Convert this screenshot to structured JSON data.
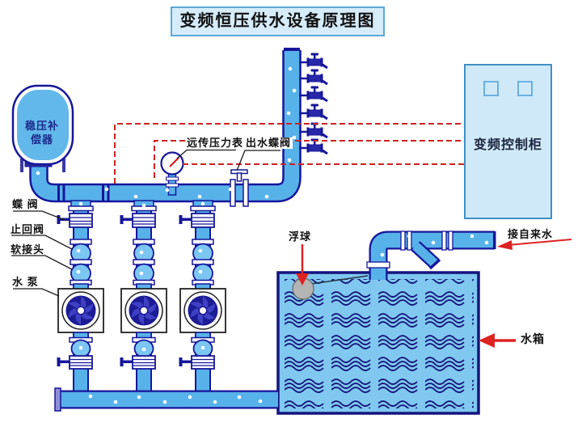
{
  "title": "变频恒压供水设备原理图",
  "equipment": {
    "compensator_label": "稳压补偿器",
    "control_cabinet_label": "变频控制柜"
  },
  "callouts": {
    "butterfly_valve": "蝶 阀",
    "check_valve": "止回阀",
    "soft_joint": "软接头",
    "water_pump": "水 泵",
    "remote_pressure_gauge": "远传压力表",
    "outlet_butterfly_valve": "出水蝶阀",
    "float_ball": "浮球",
    "tap_water_inlet": "接自来水",
    "water_tank": "水箱"
  },
  "colors": {
    "pipe_fill": "#58b2ea",
    "pipe_outline": "#16169a",
    "tank_fill": "#80c8f0",
    "panel_fill": "#d6ecfa",
    "cabinet_border": "#3f8fc6",
    "signal_line": "#cc2222",
    "wave_line": "#14147a",
    "impeller": "#1c1c96",
    "float_ball": "#b4b4b4"
  },
  "counts": {
    "pump_columns": 3,
    "riser_valves": 6,
    "signal_lines": 3
  }
}
